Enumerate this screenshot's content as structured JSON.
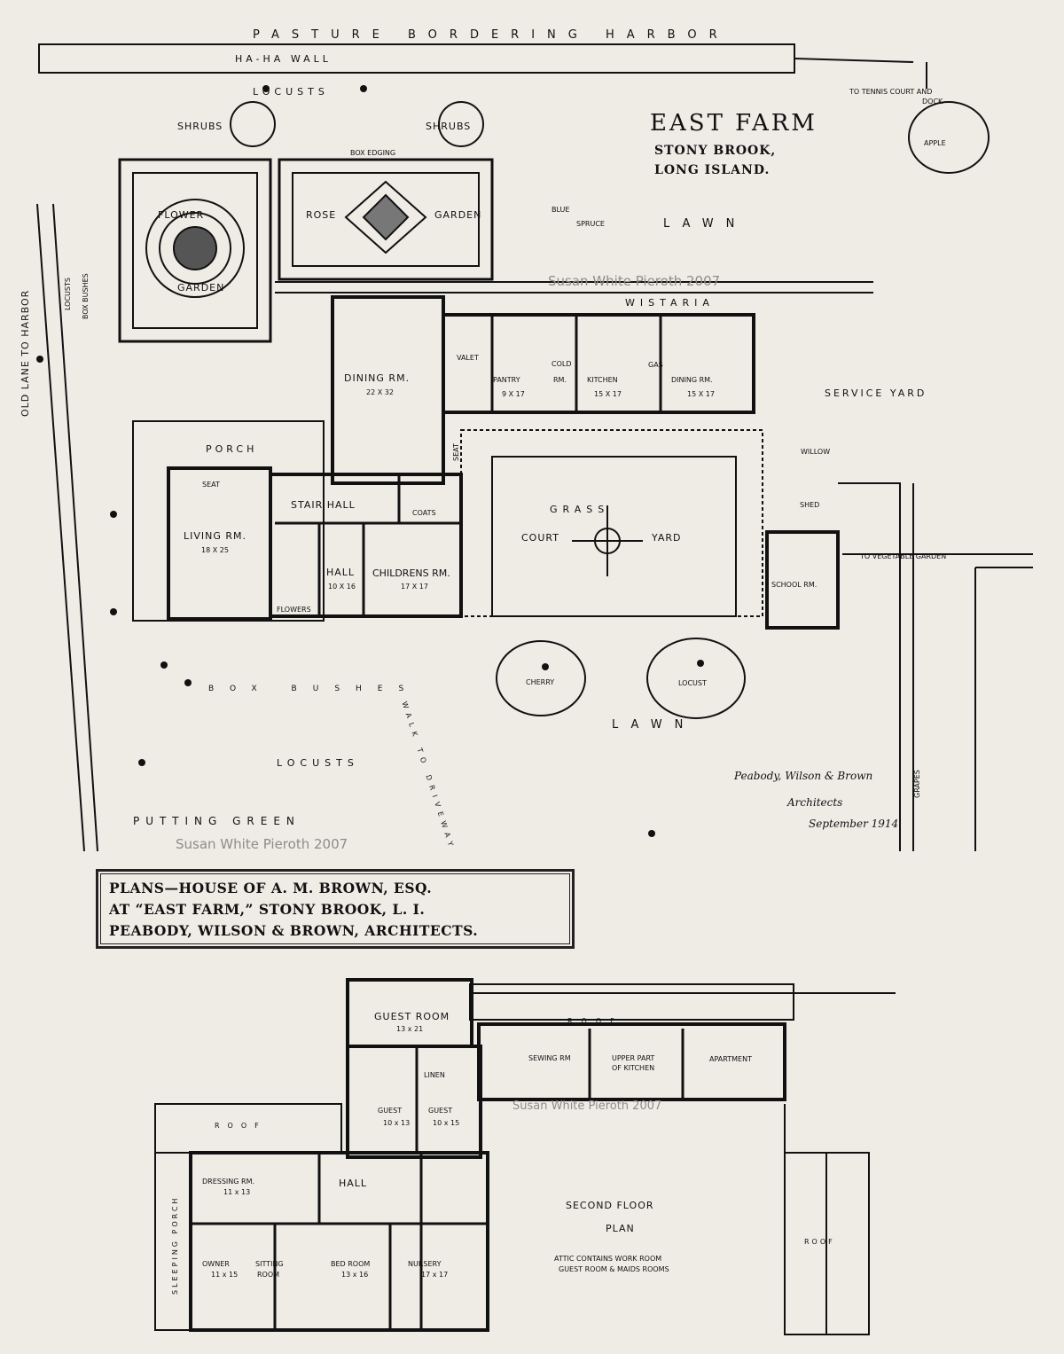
{
  "site": {
    "pasture": "PASTURE BORDERING HARBOR",
    "haha_wall": "HA-HA WALL",
    "locusts_top": "LOCUSTS",
    "shrubs_left": "SHRUBS",
    "shrubs_right": "SHRUBS",
    "box_edging": "BOX EDGING",
    "tennis": "TO TENNIS COURT AND",
    "dock": "DOCK",
    "title": "EAST FARM",
    "subtitle1": "STONY BROOK,",
    "subtitle2": "LONG ISLAND.",
    "apple": "APPLE",
    "flower_garden_1": "FLOWER",
    "flower_garden_2": "GARDEN",
    "rose_garden_1": "ROSE",
    "rose_garden_2": "GARDEN",
    "blue_spruce_1": "BLUE",
    "blue_spruce_2": "SPRUCE",
    "lawn_top": "LAWN",
    "old_lane": "OLD LANE TO HARBOR",
    "locusts_side": "LOCUSTS",
    "box_bushes_side": "BOX BUSHES",
    "wistaria": "WISTARIA",
    "service_yard": "SERVICE YARD",
    "grass": "GRASS",
    "court": "COURT",
    "yard": "YARD",
    "shed": "SHED",
    "willow": "WILLOW",
    "vegetable": "TO VEGETABLE GARDEN",
    "grapes": "GRAPES",
    "cherry": "CHERRY",
    "locust": "LOCUST",
    "lawn_bottom": "LAWN",
    "box_bushes": "BOX BUSHES",
    "walk": "WALK TO DRIVEWAY",
    "locusts_bottom": "LOCUSTS",
    "putting_green": "PUTTING GREEN",
    "signature1": "Peabody, Wilson & Brown",
    "signature2": "Architects",
    "signature3": "September 1914"
  },
  "first_floor": {
    "dining_main": "DINING RM.",
    "dining_main_size": "22 X 32",
    "valet": "VALET",
    "pantry": "PANTRY",
    "pantry_size": "9 X 17",
    "cold": "COLD",
    "cold_rm": "RM.",
    "kitchen": "KITCHEN",
    "kitchen_size": "15 X 17",
    "gas": "GAS",
    "dining_service": "DINING RM.",
    "dining_service_size": "15 X 17",
    "porch": "PORCH",
    "seat": "SEAT",
    "seat2": "SEAT",
    "stair_hall": "STAIR HALL",
    "coats": "COATS",
    "living": "LIVING RM.",
    "living_size": "18 X 25",
    "hall": "HALL",
    "hall_size": "10 X 16",
    "childrens": "CHILDRENS RM.",
    "childrens_size": "17 X 17",
    "flowers": "FLOWERS",
    "school": "SCHOOL RM."
  },
  "caption": {
    "line1": "PLANS—HOUSE OF A. M. BROWN, ESQ.",
    "line2": "AT “EAST FARM,” STONY BROOK, L. I.",
    "line3": "PEABODY, WILSON & BROWN, ARCHITECTS."
  },
  "second_floor": {
    "guest_room": "GUEST ROOM",
    "guest_room_size": "13 x 21",
    "roof_top": "ROOF",
    "sewing": "SEWING RM",
    "upper_kitchen_1": "UPPER PART",
    "upper_kitchen_2": "OF KITCHEN",
    "apartment": "APARTMENT",
    "linen": "LINEN",
    "guest_a": "GUEST",
    "guest_a_size": "10 x 13",
    "guest_b": "GUEST",
    "guest_b_size": "10 x 15",
    "roof_left": "ROOF",
    "dressing": "DRESSING RM.",
    "dressing_size": "11 x 13",
    "hall": "HALL",
    "sleeping_porch": "SLEEPING PORCH",
    "owner": "OWNER",
    "owner_size": "11 x 15",
    "sitting_1": "SITTING",
    "sitting_2": "ROOM",
    "bedroom": "BED ROOM",
    "bedroom_size": "13 x 16",
    "nursery": "NURSERY",
    "nursery_size": "17 x 17",
    "plan_title_1": "SECOND FLOOR",
    "plan_title_2": "PLAN",
    "attic_1": "ATTIC CONTAINS WORK ROOM",
    "attic_2": "GUEST ROOM & MAIDS ROOMS",
    "roof_right": "ROOF"
  },
  "watermarks": [
    "Susan White Pieroth 2007",
    "Susan White Pieroth 2007",
    "Susan White Pieroth 2007"
  ]
}
